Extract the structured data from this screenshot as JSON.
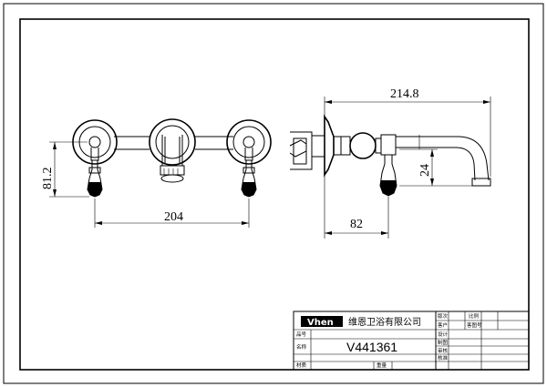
{
  "dimensions": {
    "front_width": "204",
    "front_height": "81.2",
    "side_length": "214.8",
    "side_spout_drop": "24",
    "side_handle_offset": "82"
  },
  "title_block": {
    "brand": "Vhen",
    "company": "维恩卫浴有限公司",
    "model": "V441361",
    "left_labels": [
      "品号",
      "名称",
      "材质"
    ],
    "bottom_label": "重量",
    "right_col_a": [
      "版次",
      "客户",
      "设计",
      "制图",
      "审核",
      "核准"
    ],
    "right_col_b": [
      "比例",
      "客图号"
    ]
  }
}
